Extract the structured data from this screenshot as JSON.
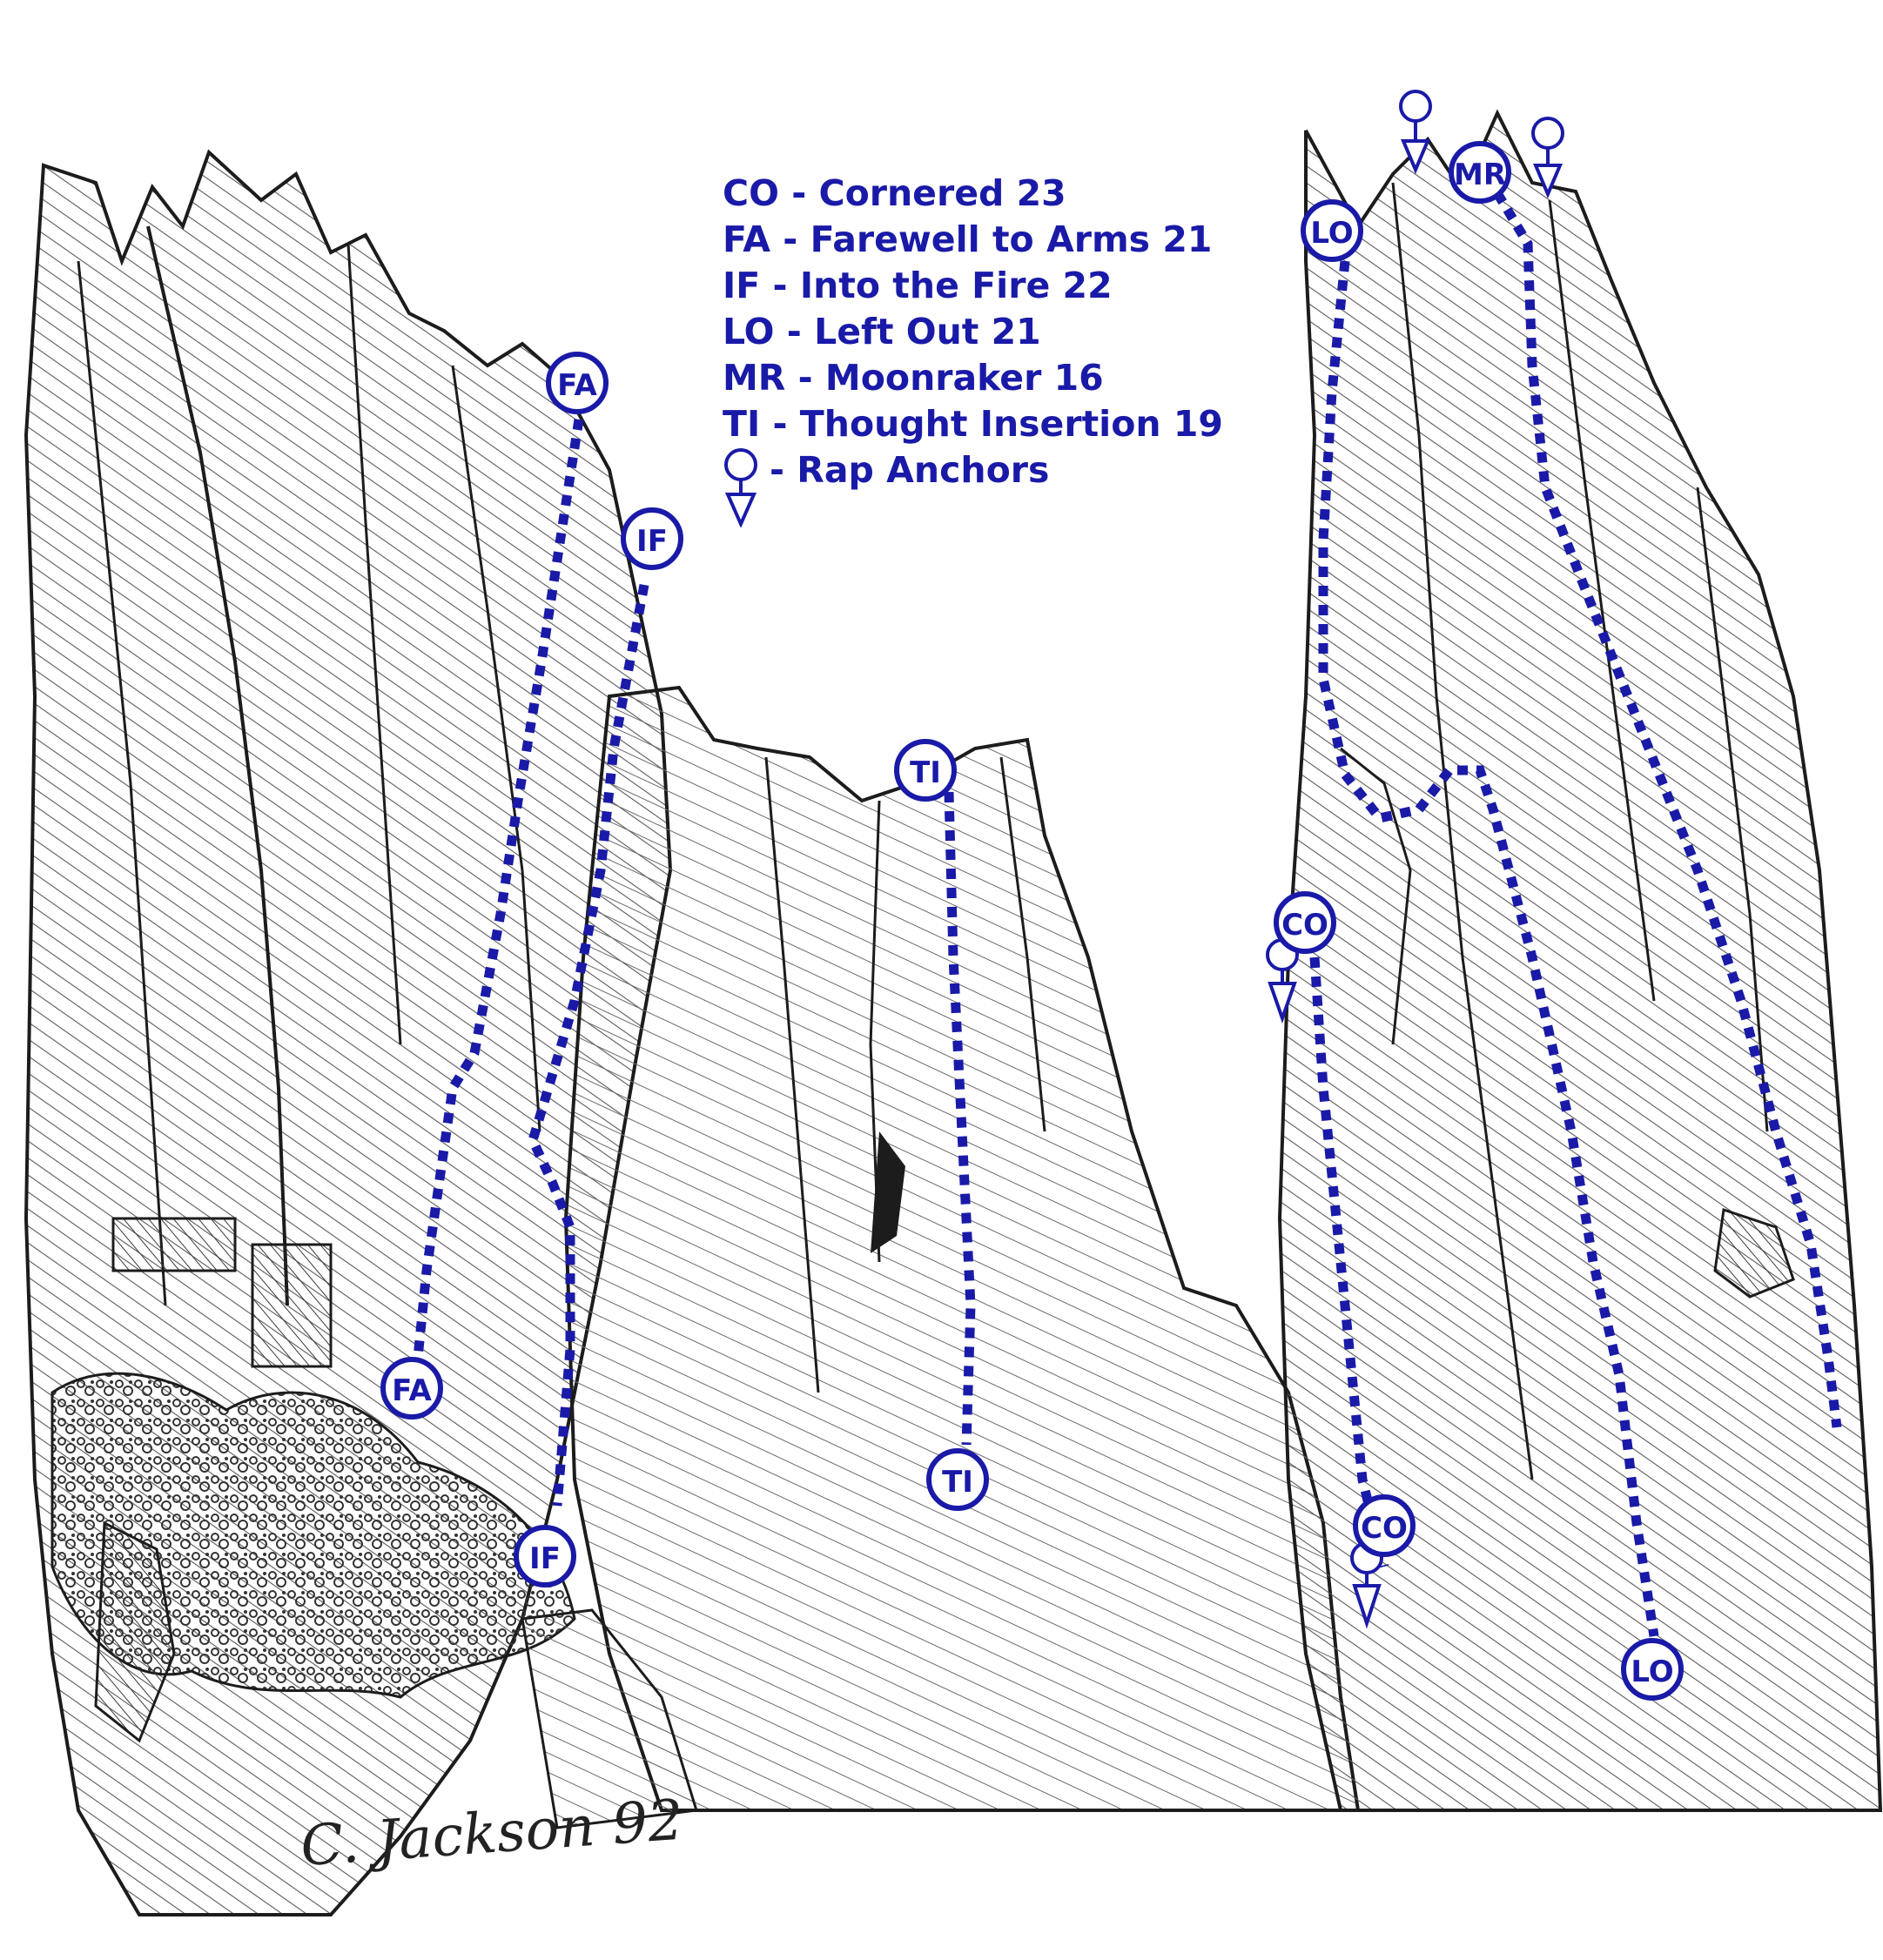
{
  "colors": {
    "route": "#1a1aa8",
    "ink": "#1c1c1c",
    "hatch": "#5a5a5a",
    "background": "#ffffff"
  },
  "legend": {
    "items": [
      {
        "code": "CO",
        "text": "CO - Cornered 23"
      },
      {
        "code": "FA",
        "text": "FA - Farewell to Arms 21"
      },
      {
        "code": "IF",
        "text": "IF - Into the Fire 22"
      },
      {
        "code": "LO",
        "text": "LO - Left Out 21"
      },
      {
        "code": "MR",
        "text": "MR - Moonraker 16"
      },
      {
        "code": "TI",
        "text": "TI - Thought Insertion 19"
      }
    ],
    "anchor_text": "- Rap Anchors",
    "anchor_icon": "rap-anchor-icon"
  },
  "routes": {
    "fa": {
      "code": "FA"
    },
    "if": {
      "code": "IF"
    },
    "ti": {
      "code": "TI"
    },
    "lo": {
      "code": "LO"
    },
    "mr": {
      "code": "MR"
    },
    "co": {
      "code": "CO"
    }
  },
  "signature": "C. Jackson 92"
}
